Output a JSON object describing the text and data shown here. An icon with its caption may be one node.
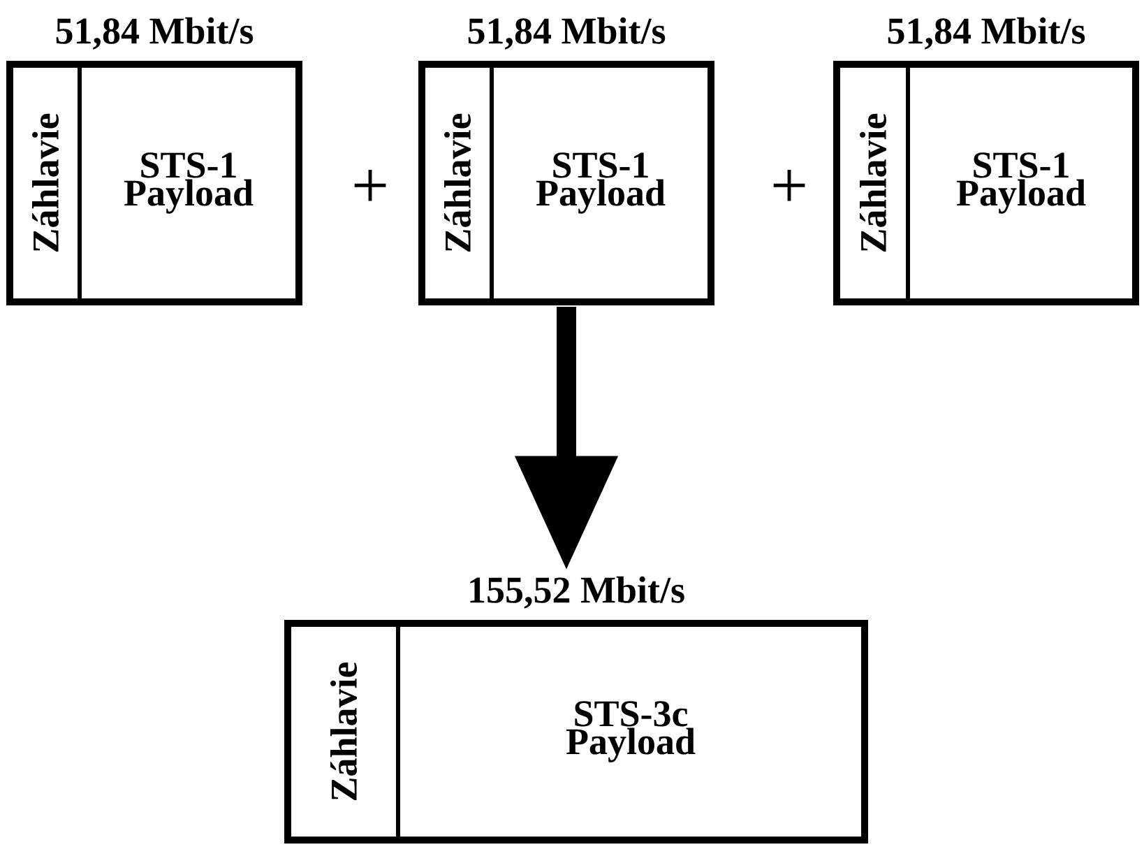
{
  "diagram": {
    "nodes": [
      {
        "text": [
          "51,84 Mbit/s"
        ]
      },
      {
        "text": [
          "Záhlavie"
        ],
        "in": 0
      },
      {
        "text": [
          "STS-1 Payload"
        ],
        "in": 0
      },
      {
        "text": [
          "51,84 Mbit/s"
        ]
      },
      {
        "text": [
          "Záhlavie"
        ],
        "in": 3
      },
      {
        "text": [
          "STS-1 Payload"
        ],
        "in": 3
      },
      {
        "text": [
          "51,84 Mbit/s"
        ]
      },
      {
        "text": [
          "Záhlavie"
        ],
        "in": 6
      },
      {
        "text": [
          "STS-1 Payload"
        ],
        "in": 6
      },
      {
        "text": [
          "155,52 Mbit/s"
        ]
      },
      {
        "text": [
          "Záhlavie"
        ],
        "in": 9
      },
      {
        "text": [
          "STS-3c Payload"
        ],
        "in": 9
      }
    ],
    "edges": [
      {
        "from": 3,
        "to": 9,
        "arrow": "to"
      }
    ],
    "labels": [
      "+",
      "+"
    ]
  }
}
